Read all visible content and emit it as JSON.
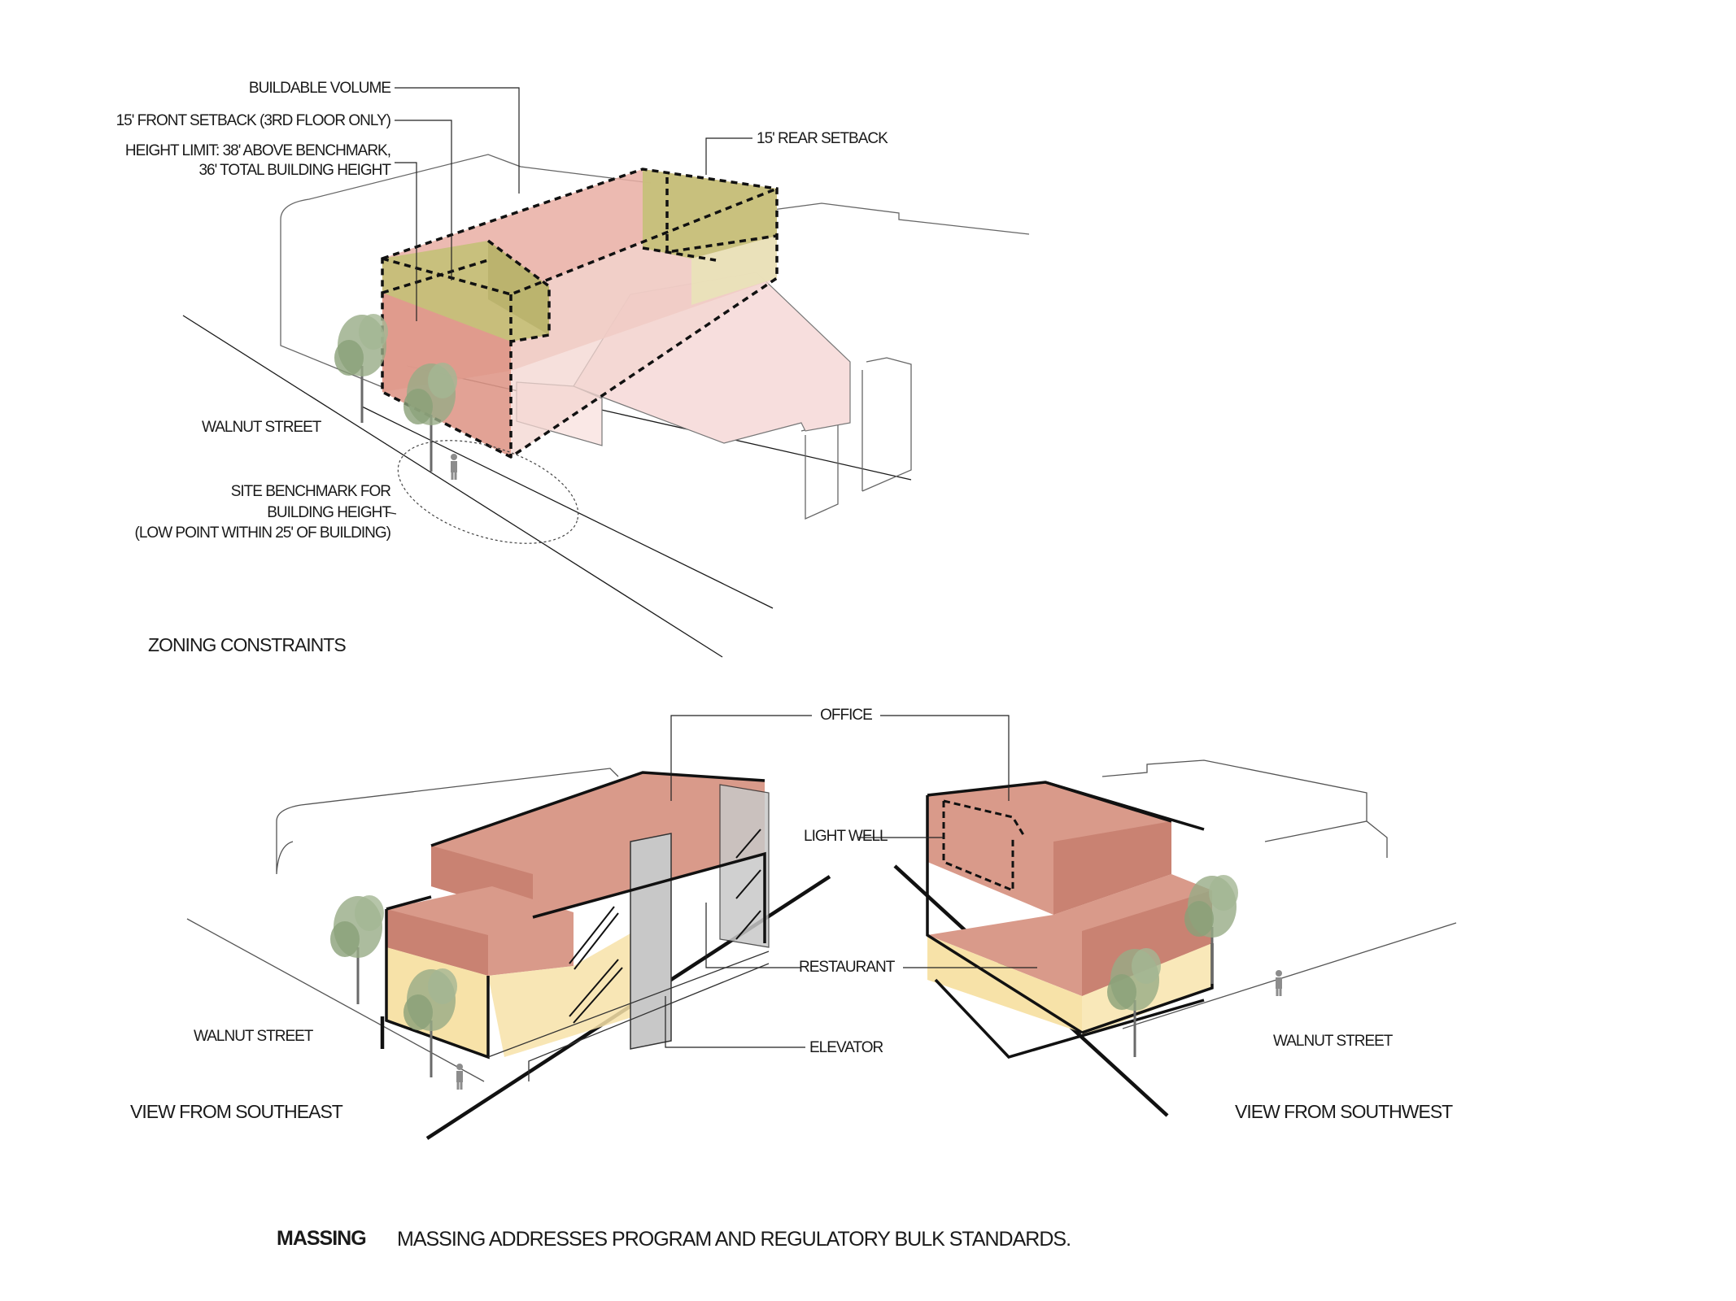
{
  "zoning": {
    "labels": {
      "buildable_volume": "BUILDABLE VOLUME",
      "front_setback": "15' FRONT SETBACK (3RD FLOOR ONLY)",
      "height_limit_1": "HEIGHT LIMIT: 38' ABOVE BENCHMARK,",
      "height_limit_2": "36' TOTAL BUILDING HEIGHT",
      "rear_setback": "15' REAR SETBACK",
      "street": "WALNUT STREET",
      "benchmark_1": "SITE BENCHMARK FOR",
      "benchmark_2": "BUILDING HEIGHT",
      "benchmark_3": "(LOW POINT WITHIN 25' OF BUILDING)"
    },
    "caption": "ZONING CONSTRAINTS"
  },
  "program": {
    "office": "OFFICE",
    "light_well": "LIGHT WELL",
    "restaurant": "RESTAURANT",
    "elevator": "ELEVATOR"
  },
  "view_southeast": {
    "street": "WALNUT STREET",
    "caption": "VIEW FROM SOUTHEAST"
  },
  "view_southwest": {
    "street": "WALNUT STREET",
    "caption": "VIEW FROM SOUTHWEST"
  },
  "footer": {
    "title": "MASSING",
    "description": "MASSING ADDRESSES PROGRAM AND REGULATORY BULK STANDARDS."
  },
  "colors": {
    "office": "#d99a8a",
    "office_dark": "#c98272",
    "buildable": "#e9aea3",
    "setback": "#c6c07a",
    "restaurant": "#f7e2a8",
    "elevator": "#c8c8c8",
    "tree": "#97ab86",
    "line": "#1a1a1a"
  }
}
